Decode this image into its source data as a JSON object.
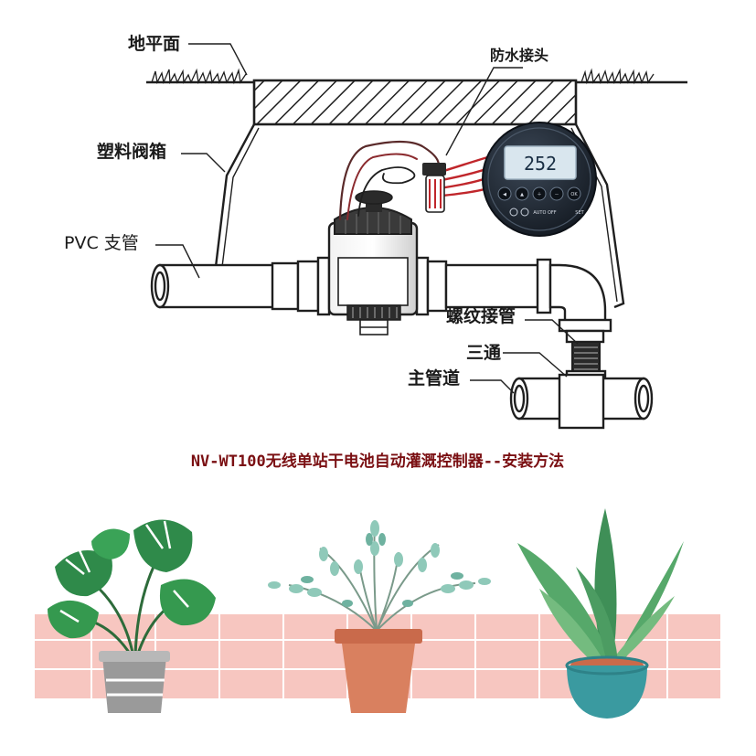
{
  "labels": {
    "ground": "地平面",
    "waterproof": "防水接头",
    "valve_box": "塑料阀箱",
    "pvc_branch": "PVC 支管",
    "threaded": "螺纹接管",
    "tee": "三通",
    "main_pipe": "主管道"
  },
  "title": "NV-WT100无线单站干电池自动灌溉控制器--安装方法",
  "controller": {
    "display_value": "252",
    "buttons": [
      "◀",
      "▲",
      "＋",
      "－",
      "OK"
    ],
    "bottom_text": "AUTO OFF",
    "right_text": "SET"
  },
  "colors": {
    "title": "#7a0f12",
    "wall_pink": "#f7c6c0",
    "wire_red": "#c0262b",
    "lcd": "#d9e6ee",
    "controller_body": "#26303b"
  },
  "icons": [
    "grass-icon",
    "monstera-plant-icon",
    "eucalyptus-plant-icon",
    "aloe-plant-icon",
    "power-icon"
  ]
}
